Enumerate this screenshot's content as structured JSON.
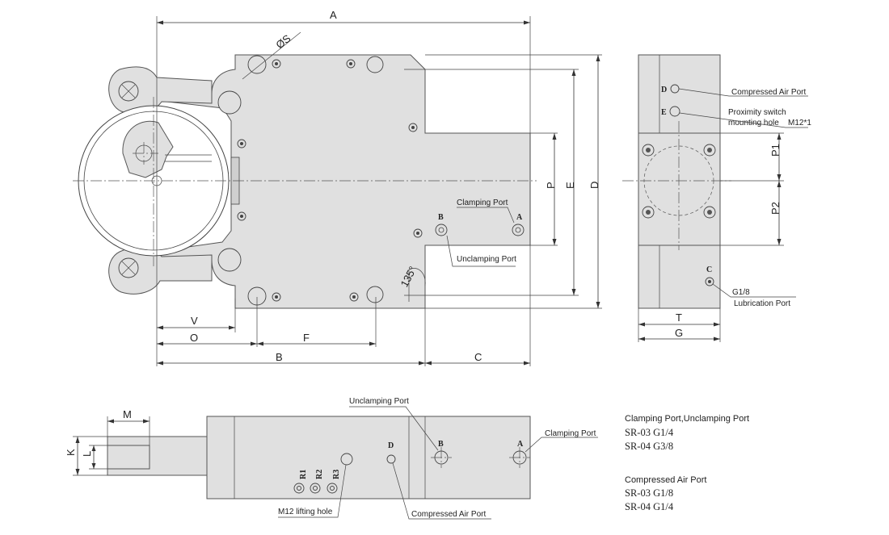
{
  "dimensions": {
    "A": "A",
    "B": "B",
    "C": "C",
    "D": "D",
    "E": "E",
    "F": "F",
    "G": "G",
    "K": "K",
    "L": "L",
    "M": "M",
    "O": "O",
    "P": "P",
    "P1": "P1",
    "P2": "P2",
    "T": "T",
    "V": "V",
    "S": "ØS",
    "angle": "135°"
  },
  "ports": {
    "A": "A",
    "B": "B",
    "C": "C",
    "D": "D",
    "E": "E",
    "R1": "R1",
    "R2": "R2",
    "R3": "R3"
  },
  "labels": {
    "clamping_port": "Clamping Port",
    "unclamping_port": "Unclamping Port",
    "compressed_air_port": "Compressed Air Port",
    "proximity_line1": "Proximity switch",
    "proximity_line2": "mounting hole",
    "proximity_thread": "M12*1",
    "lubrication_thread": "G1/8",
    "lubrication_port": "Lubrication Port",
    "lifting_hole": "M12 lifting hole"
  },
  "specs": {
    "clamp_title": "Clamping Port,Unclamping Port",
    "clamp_rows": [
      "SR-03  G1/4",
      "SR-04  G3/8"
    ],
    "air_title": "Compressed Air Port",
    "air_rows": [
      "SR-03  G1/8",
      "SR-04  G1/4"
    ]
  }
}
